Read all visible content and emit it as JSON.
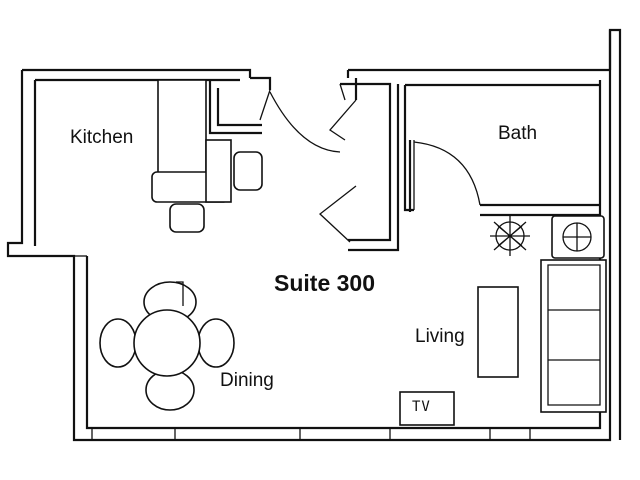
{
  "plan": {
    "title": "Suite 300",
    "rooms": {
      "kitchen": "Kitchen",
      "bath": "Bath",
      "living": "Living",
      "dining": "Dining"
    },
    "tv_label": "TV"
  },
  "icons": {
    "plant": "plant-icon",
    "fan": "fan-icon"
  }
}
